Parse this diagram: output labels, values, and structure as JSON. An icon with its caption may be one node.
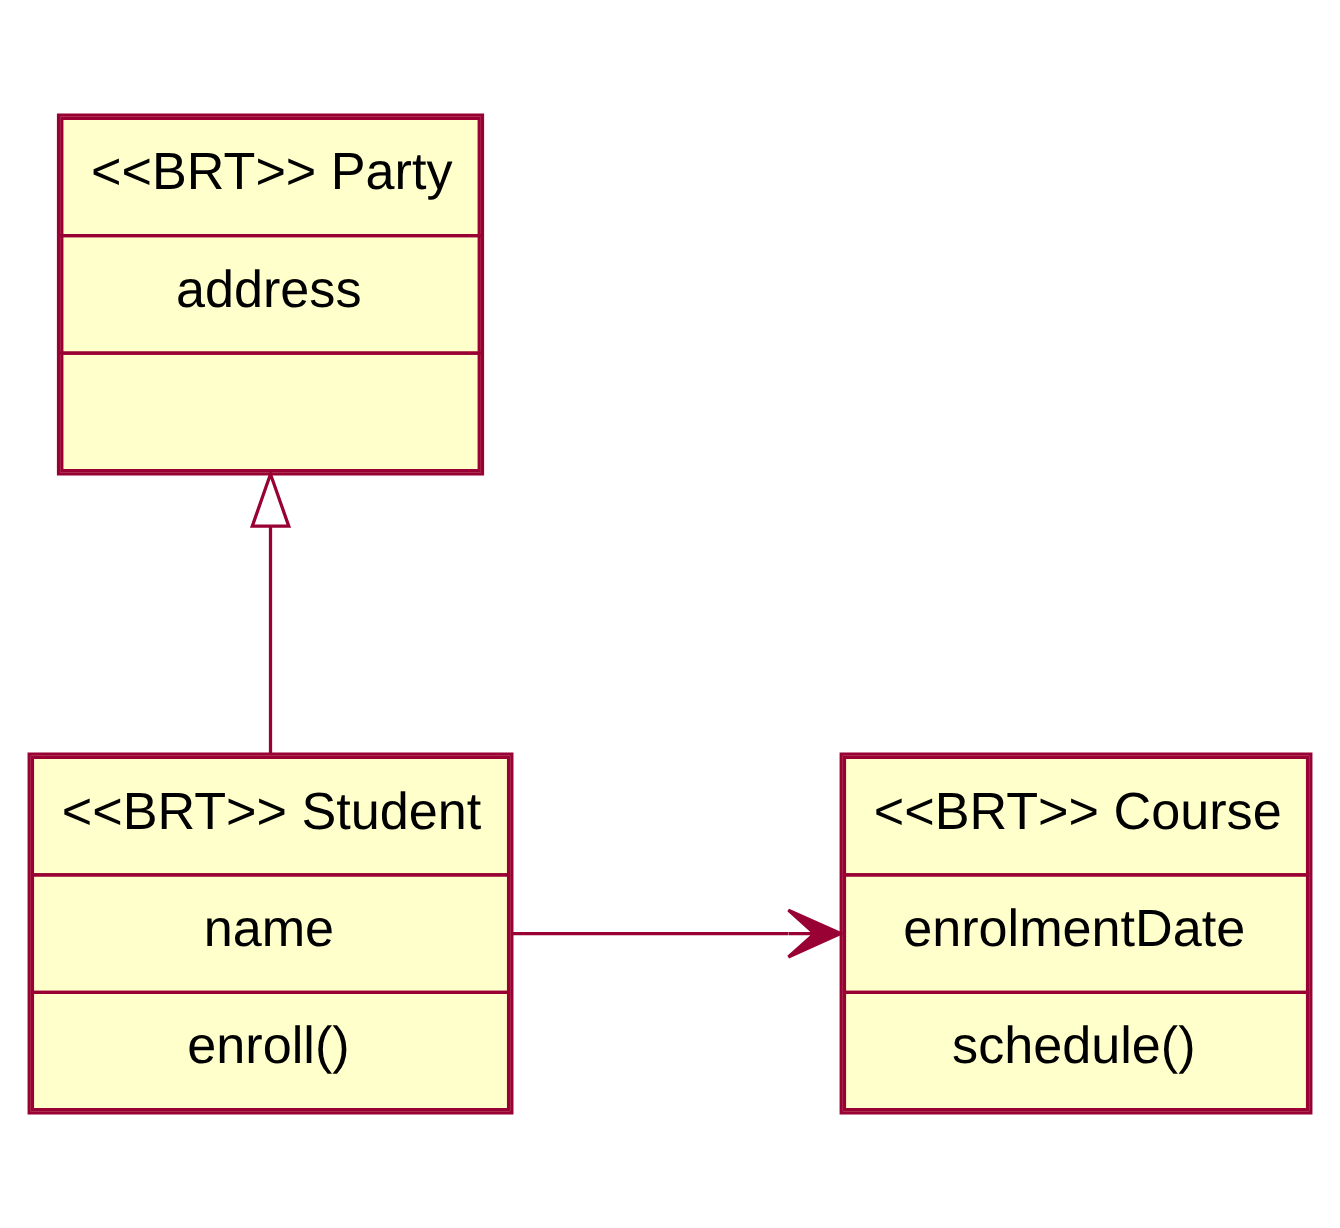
{
  "diagram": {
    "nodes": [
      {
        "text": [
          "<<BRT>> Party",
          "address"
        ]
      },
      {
        "text": [
          "<<BRT>> Student",
          "name",
          "enroll()"
        ]
      },
      {
        "text": [
          "<<BRT>> Course",
          "enrolmentDate",
          "schedule()"
        ]
      }
    ],
    "edges": [
      {
        "from": 1,
        "to": 0,
        "arrow": "to"
      },
      {
        "from": 1,
        "to": 2,
        "arrow": "to"
      }
    ]
  }
}
